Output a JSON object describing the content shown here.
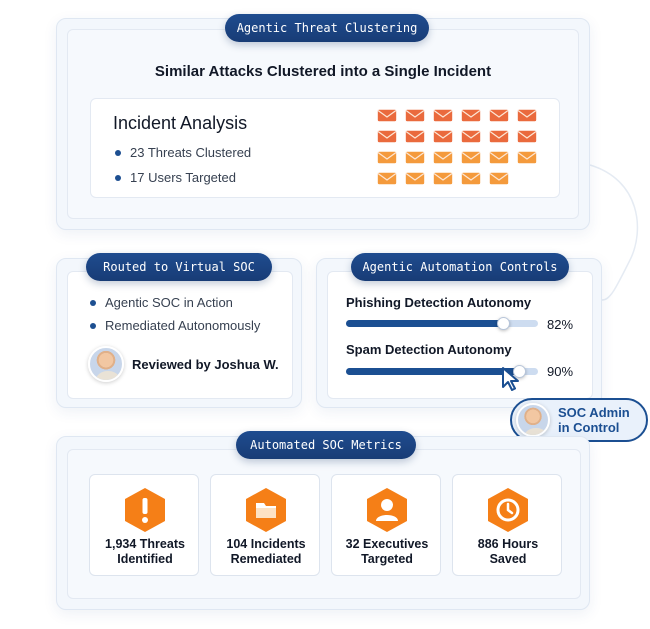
{
  "clustering": {
    "pill": "Agentic Threat Clustering",
    "title": "Similar Attacks Clustered into a Single Incident",
    "card_title": "Incident Analysis",
    "bullets": [
      "23 Threats Clustered",
      "17 Users Targeted"
    ],
    "threat_count": 23
  },
  "soc": {
    "pill": "Routed to Virtual SOC",
    "bullets": [
      "Agentic SOC in Action",
      "Remediated Autonomously"
    ],
    "reviewer": "Reviewed by Joshua W."
  },
  "controls": {
    "pill": "Agentic Automation Controls",
    "items": [
      {
        "label": "Phishing Detection Autonomy",
        "value": 82,
        "value_text": "82%"
      },
      {
        "label": "Spam Detection Autonomy",
        "value": 90,
        "value_text": "90%"
      }
    ],
    "admin_badge_line1": "SOC Admin",
    "admin_badge_line2": "in Control"
  },
  "metrics": {
    "pill": "Automated SOC Metrics",
    "items": [
      {
        "line1": "1,934 Threats",
        "line2": "Identified",
        "icon": "alert-icon"
      },
      {
        "line1": "104 Incidents",
        "line2": "Remediated",
        "icon": "folder-icon"
      },
      {
        "line1": "32 Executives",
        "line2": "Targeted",
        "icon": "user-icon"
      },
      {
        "line1": "886 Hours",
        "line2": "Saved",
        "icon": "clock-icon"
      }
    ]
  },
  "colors": {
    "navy": "#1b4f92",
    "envelope_red": "#ea6a3d",
    "envelope_orange": "#f49a3c",
    "metric_orange": "#f57f17"
  }
}
